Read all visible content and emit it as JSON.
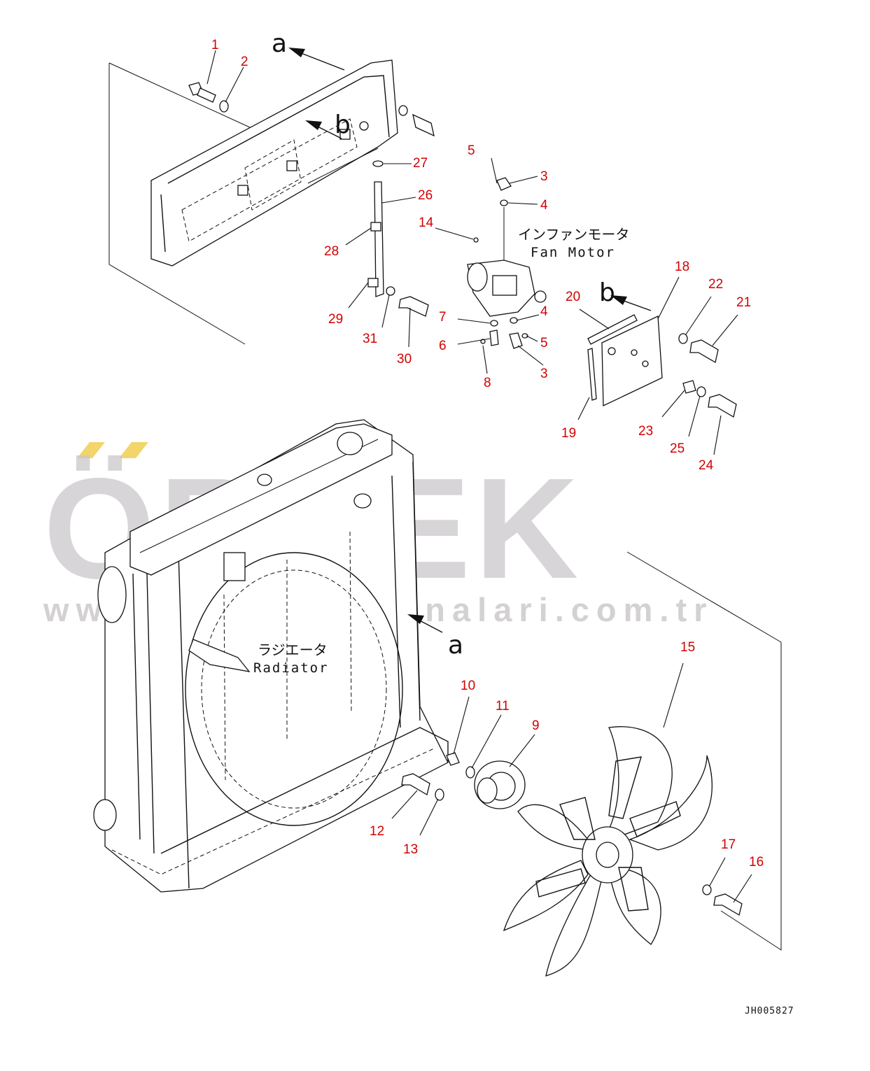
{
  "drawing_id": "JH005827",
  "watermark": {
    "brand": "ÖRNEK",
    "url": "www.ornekismakinalari.com.tr"
  },
  "labels": {
    "fan_motor_jp": "インファンモータ",
    "fan_motor_en": "Fan Motor",
    "radiator_jp": "ラジエータ",
    "radiator_en": "Radiator"
  },
  "view_arrows": {
    "a_top": "a",
    "b_top": "b",
    "b_right": "b",
    "a_mid": "a"
  },
  "callouts": [
    "1",
    "2",
    "3",
    "3",
    "4",
    "4",
    "5",
    "5",
    "6",
    "7",
    "8",
    "9",
    "10",
    "11",
    "12",
    "13",
    "14",
    "15",
    "16",
    "17",
    "18",
    "19",
    "20",
    "21",
    "22",
    "23",
    "24",
    "25",
    "26",
    "27",
    "28",
    "29",
    "30",
    "31"
  ],
  "colors": {
    "callout": "#d40000",
    "linework": "#111111",
    "watermark_gray": "#c9c6c8",
    "watermark_accent": "#f2d56b"
  }
}
